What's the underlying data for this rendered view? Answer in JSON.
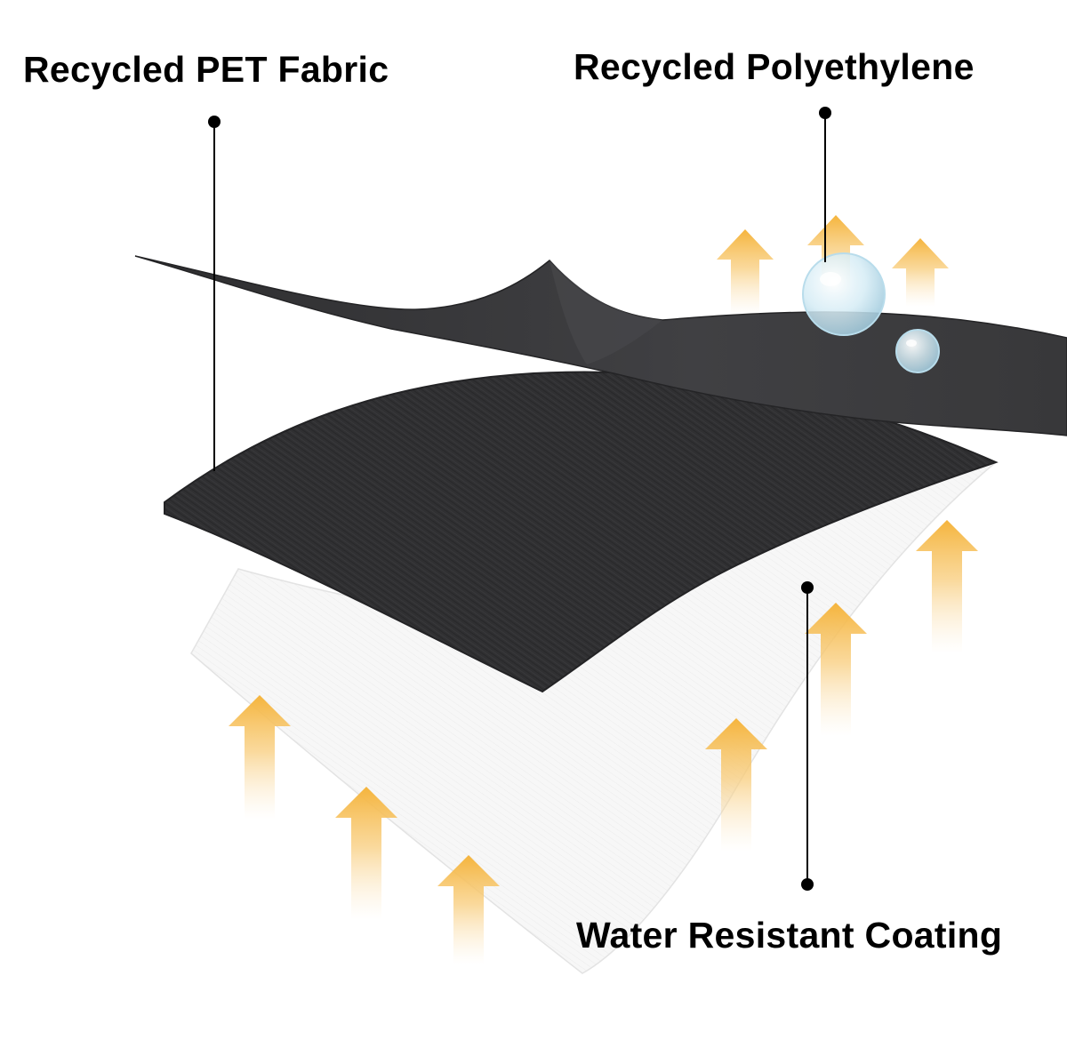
{
  "labels": {
    "pet_fabric": "Recycled PET Fabric",
    "polyethylene": "Recycled Polyethylene",
    "coating": "Water Resistant Coating"
  },
  "colors": {
    "top_layer": "#3b3b3d",
    "middle_layer": "#2f2f31",
    "bottom_layer": "#f6f6f6",
    "arrow": "#f5b43c",
    "leader_line": "#000000",
    "droplet": "#c9e6f2"
  },
  "icons": {
    "arrows": "up-arrow-icon",
    "droplets": "water-droplet-icon"
  }
}
